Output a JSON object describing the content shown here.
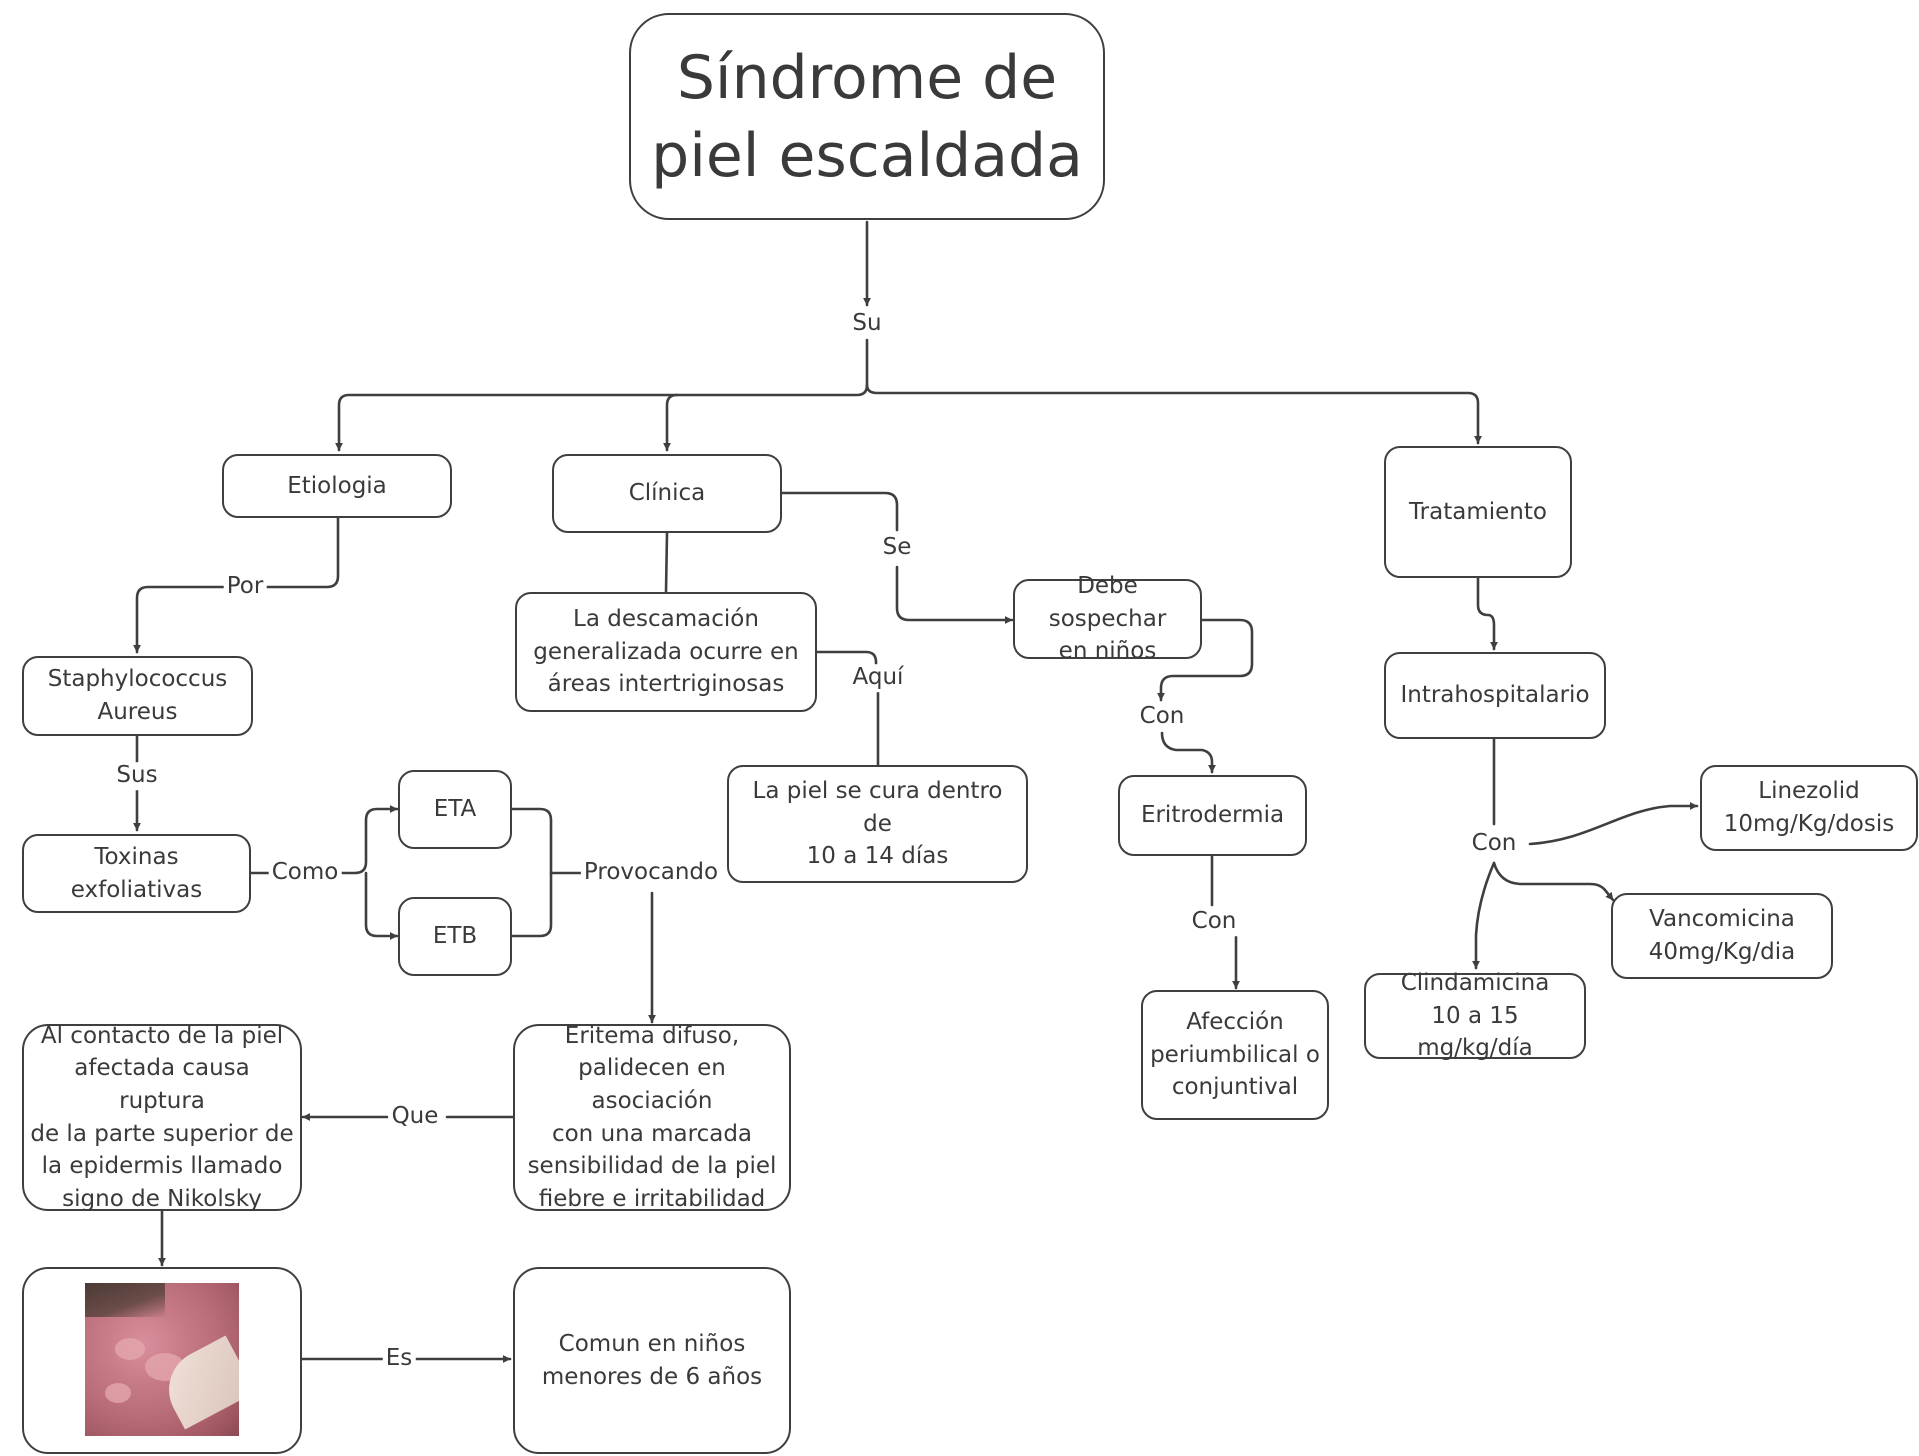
{
  "title": "Síndrome de\npiel escaldada",
  "nodes": {
    "etiologia": "Etiologia",
    "clinica": "Clínica",
    "tratamiento": "Tratamiento",
    "staphylococcus": "Staphylococcus\nAureus",
    "toxinas": "Toxinas exfoliativas",
    "eta": "ETA",
    "etb": "ETB",
    "descamacion": "La descamación\ngeneralizada ocurre en\náreas intertriginosas",
    "piel_cura": "La piel se cura dentro de\n10 a 14 días",
    "sospechar": "Debe sospechar\nen niños",
    "eritrodermia": "Eritrodermia",
    "afeccion": "Afección\nperiumbilical o\nconjuntival",
    "intrahospitalario": "Intrahospitalario",
    "linezolid": "Linezolid\n10mg/Kg/dosis",
    "vancomicina": "Vancomicina\n40mg/Kg/dia",
    "clindamicina": "Clindamicina\n10 a 15 mg/kg/día",
    "eritema": "Eritema difuso,\npalidecen en asociación\ncon una marcada\nsensibilidad de la piel\nfiebre e irritabilidad",
    "contacto": "Al contacto de la piel\nafectada causa ruptura\nde la parte superior de\nla epidermis llamado\nsigno de Nikolsky",
    "comun": "Comun en niños\nmenores de 6 años"
  },
  "labels": {
    "su": "Su",
    "por": "Por",
    "sus": "Sus",
    "como": "Como",
    "provocando": "Provocando",
    "que": "Que",
    "es": "Es",
    "se": "Se",
    "aqui": "Aquí",
    "con_sospechar": "Con",
    "con_eritrodermia": "Con",
    "con_tratamiento": "Con"
  },
  "image": {
    "icon": "skin-lesion-photo"
  },
  "colors": {
    "stroke": "#3f3f3f",
    "text": "#3a3a3a",
    "background": "#ffffff"
  }
}
